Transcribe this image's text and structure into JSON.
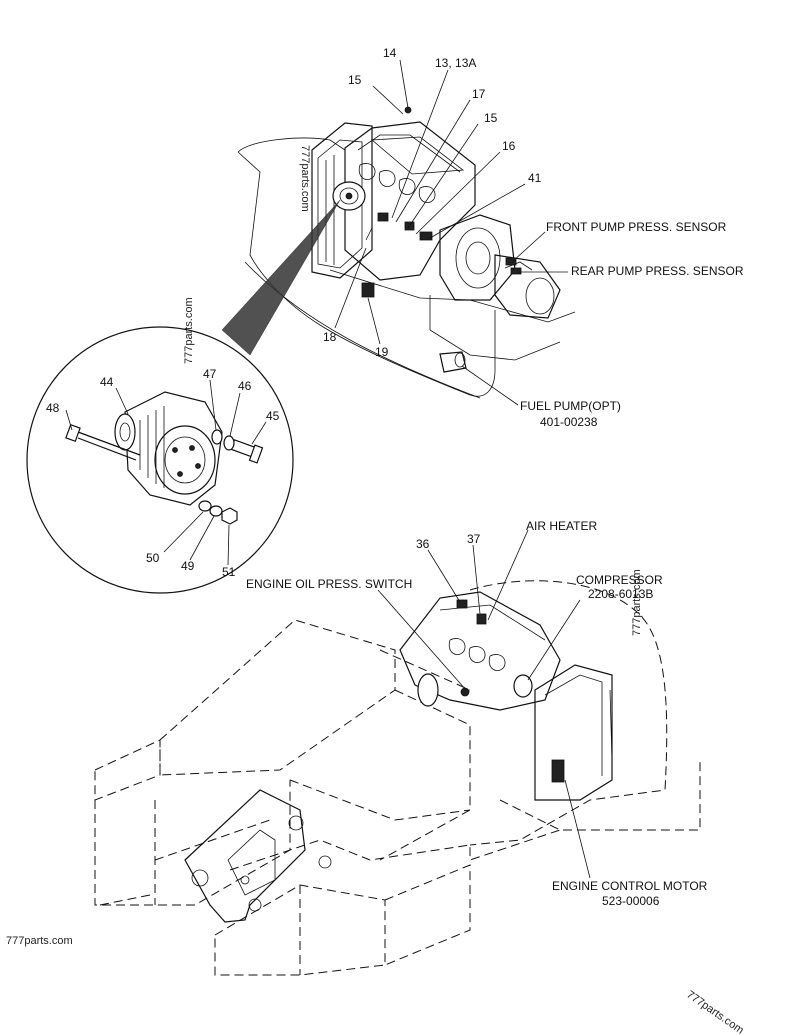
{
  "callouts": {
    "c14": "14",
    "c15a": "15",
    "c13": "13, 13A",
    "c17": "17",
    "c15b": "15",
    "c16": "16",
    "c41": "41",
    "c18": "18",
    "c19": "19",
    "c44": "44",
    "c47": "47",
    "c46": "46",
    "c48": "48",
    "c45": "45",
    "c50": "50",
    "c49": "49",
    "c51": "51",
    "c36": "36",
    "c37": "37"
  },
  "labels": {
    "front_pump_sensor": "FRONT PUMP PRESS. SENSOR",
    "rear_pump_sensor": "REAR PUMP PRESS. SENSOR",
    "fuel_pump": "FUEL PUMP(OPT)",
    "fuel_pump_part": "401-00238",
    "air_heater": "AIR HEATER",
    "compressor": "COMPRESSOR",
    "compressor_part": "2208-6013B",
    "engine_oil_switch": "ENGINE OIL PRESS. SWITCH",
    "engine_control_motor": "ENGINE CONTROL MOTOR",
    "engine_control_motor_part": "523-00006"
  },
  "watermarks": {
    "w1": "777parts.com",
    "w2": "777parts.com",
    "w3": "777parts.com",
    "w4": "777parts.com",
    "w5": "777parts.com"
  }
}
